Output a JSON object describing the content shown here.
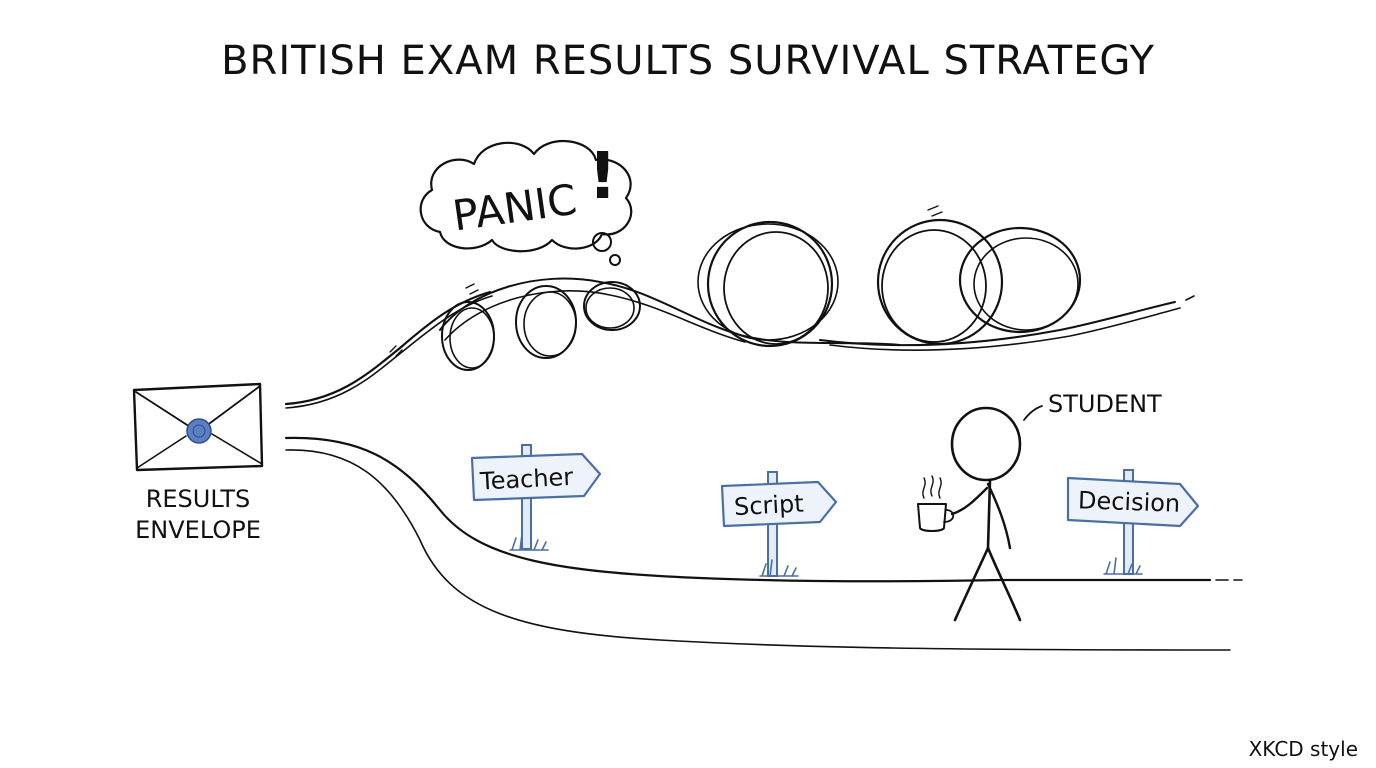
{
  "title": "BRITISH EXAM RESULTS SURVIVAL STRATEGY",
  "thought_bubble": {
    "text": "PANIC",
    "exclamation": "!"
  },
  "envelope": {
    "label_line1": "RESULTS",
    "label_line2": "ENVELOPE",
    "seal_color": "#5b7fc4"
  },
  "student": {
    "label": "STUDENT",
    "holding": "mug-icon"
  },
  "signposts": [
    {
      "label": "Teacher"
    },
    {
      "label": "Script"
    },
    {
      "label": "Decision"
    }
  ],
  "signature": "XKCD style",
  "colors": {
    "ink": "#111111",
    "accent": "#4a6fa5"
  }
}
